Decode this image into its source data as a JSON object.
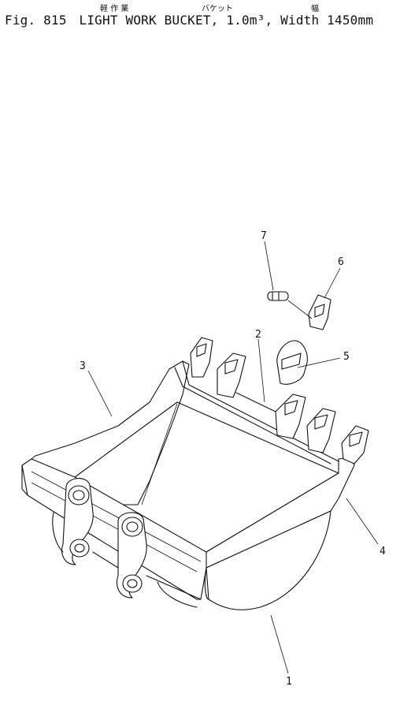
{
  "figure": {
    "number": "Fig. 815",
    "title": "LIGHT WORK BUCKET, 1.0m³, Width 1450mm",
    "jp_heavy": "軽 作 業",
    "jp_bucket": "バケット",
    "jp_width": "幅"
  },
  "callouts": [
    {
      "id": "1",
      "label": "1"
    },
    {
      "id": "2",
      "label": "2"
    },
    {
      "id": "3",
      "label": "3"
    },
    {
      "id": "4",
      "label": "4"
    },
    {
      "id": "5",
      "label": "5"
    },
    {
      "id": "6",
      "label": "6"
    },
    {
      "id": "7",
      "label": "7"
    }
  ]
}
